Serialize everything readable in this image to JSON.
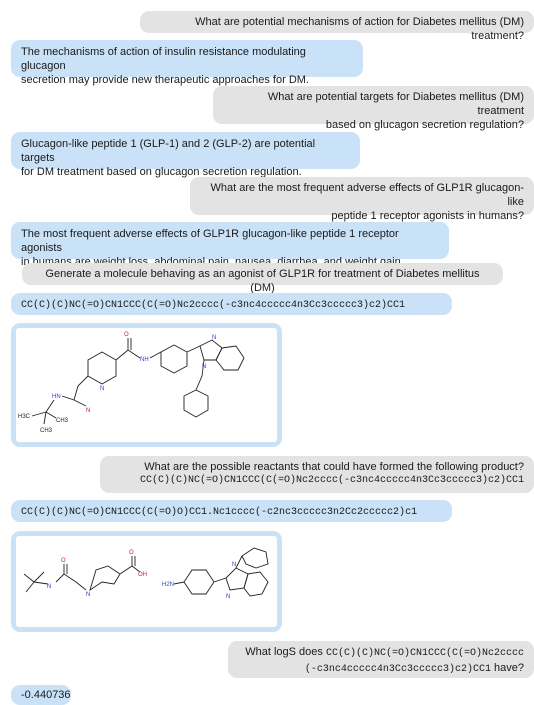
{
  "conversation": {
    "q1": "What are potential mechanisms of action for Diabetes mellitus (DM) treatment?",
    "a1": [
      "The mechanisms of action of insulin resistance modulating glucagon",
      "secretion may provide new therapeutic approaches for DM."
    ],
    "q2": [
      "What are potential targets for Diabetes mellitus (DM) treatment",
      "based on glucagon secretion regulation?"
    ],
    "a2": [
      "Glucagon-like peptide 1 (GLP-1) and 2 (GLP-2) are potential targets",
      "for DM treatment based on glucagon secretion regulation."
    ],
    "q3": [
      "What are the most frequent adverse effects of GLP1R glucagon-like",
      "peptide 1 receptor agonists in humans?"
    ],
    "a3": [
      "The most frequent adverse effects of GLP1R glucagon-like peptide 1 receptor agonists",
      "in humans are weight loss, abdominal pain, nausea, diarrhea, and weight gain."
    ],
    "q4": "Generate a molecule behaving as an agonist of GLP1R for treatment of Diabetes mellitus (DM)",
    "a4_smiles": "CC(C)(C)NC(=O)CN1CCC(C(=O)Nc2cccc(-c3nc4ccccc4n3Cc3ccccc3)c2)CC1",
    "a4_image_atoms": {
      "n1": "N",
      "n2": "N",
      "nh": "NH",
      "n3": "N",
      "n4": "N",
      "hn": "HN",
      "o": "O",
      "h3c": "H3C",
      "ch3a": "CH3",
      "ch3b": "CH3"
    },
    "q5_text": "What are the possible reactants that could have formed the following product?",
    "q5_smiles": "CC(C)(C)NC(=O)CN1CCC(C(=O)Nc2cccc(-c3nc4ccccc4n3Cc3ccccc3)c2)CC1",
    "a5_smiles": "CC(C)(C)NC(=O)CN1CCC(C(=O)O)CC1.Nc1cccc(-c2nc3ccccc3n2Cc2ccccc2)c1",
    "a5_image_atoms": {
      "hn": "N",
      "o1": "O",
      "n": "N",
      "oh": "OH",
      "o2": "O",
      "h2n": "H2N",
      "na": "N",
      "nb": "N"
    },
    "q6_prefix": "What logS does",
    "q6_smiles_1": "CC(C)(C)NC(=O)CN1CCC(C(=O)Nc2cccc",
    "q6_smiles_2": "(-c3nc4ccccc4n3Cc3ccccc3)c2)CC1",
    "q6_suffix": "have?",
    "a6": "-0.440736"
  },
  "colors": {
    "user_bubble": "#e3e3e3",
    "bot_bubble": "#c9e2f7",
    "nitrogen": "#2a3bd6",
    "oxygen": "#d42020"
  }
}
